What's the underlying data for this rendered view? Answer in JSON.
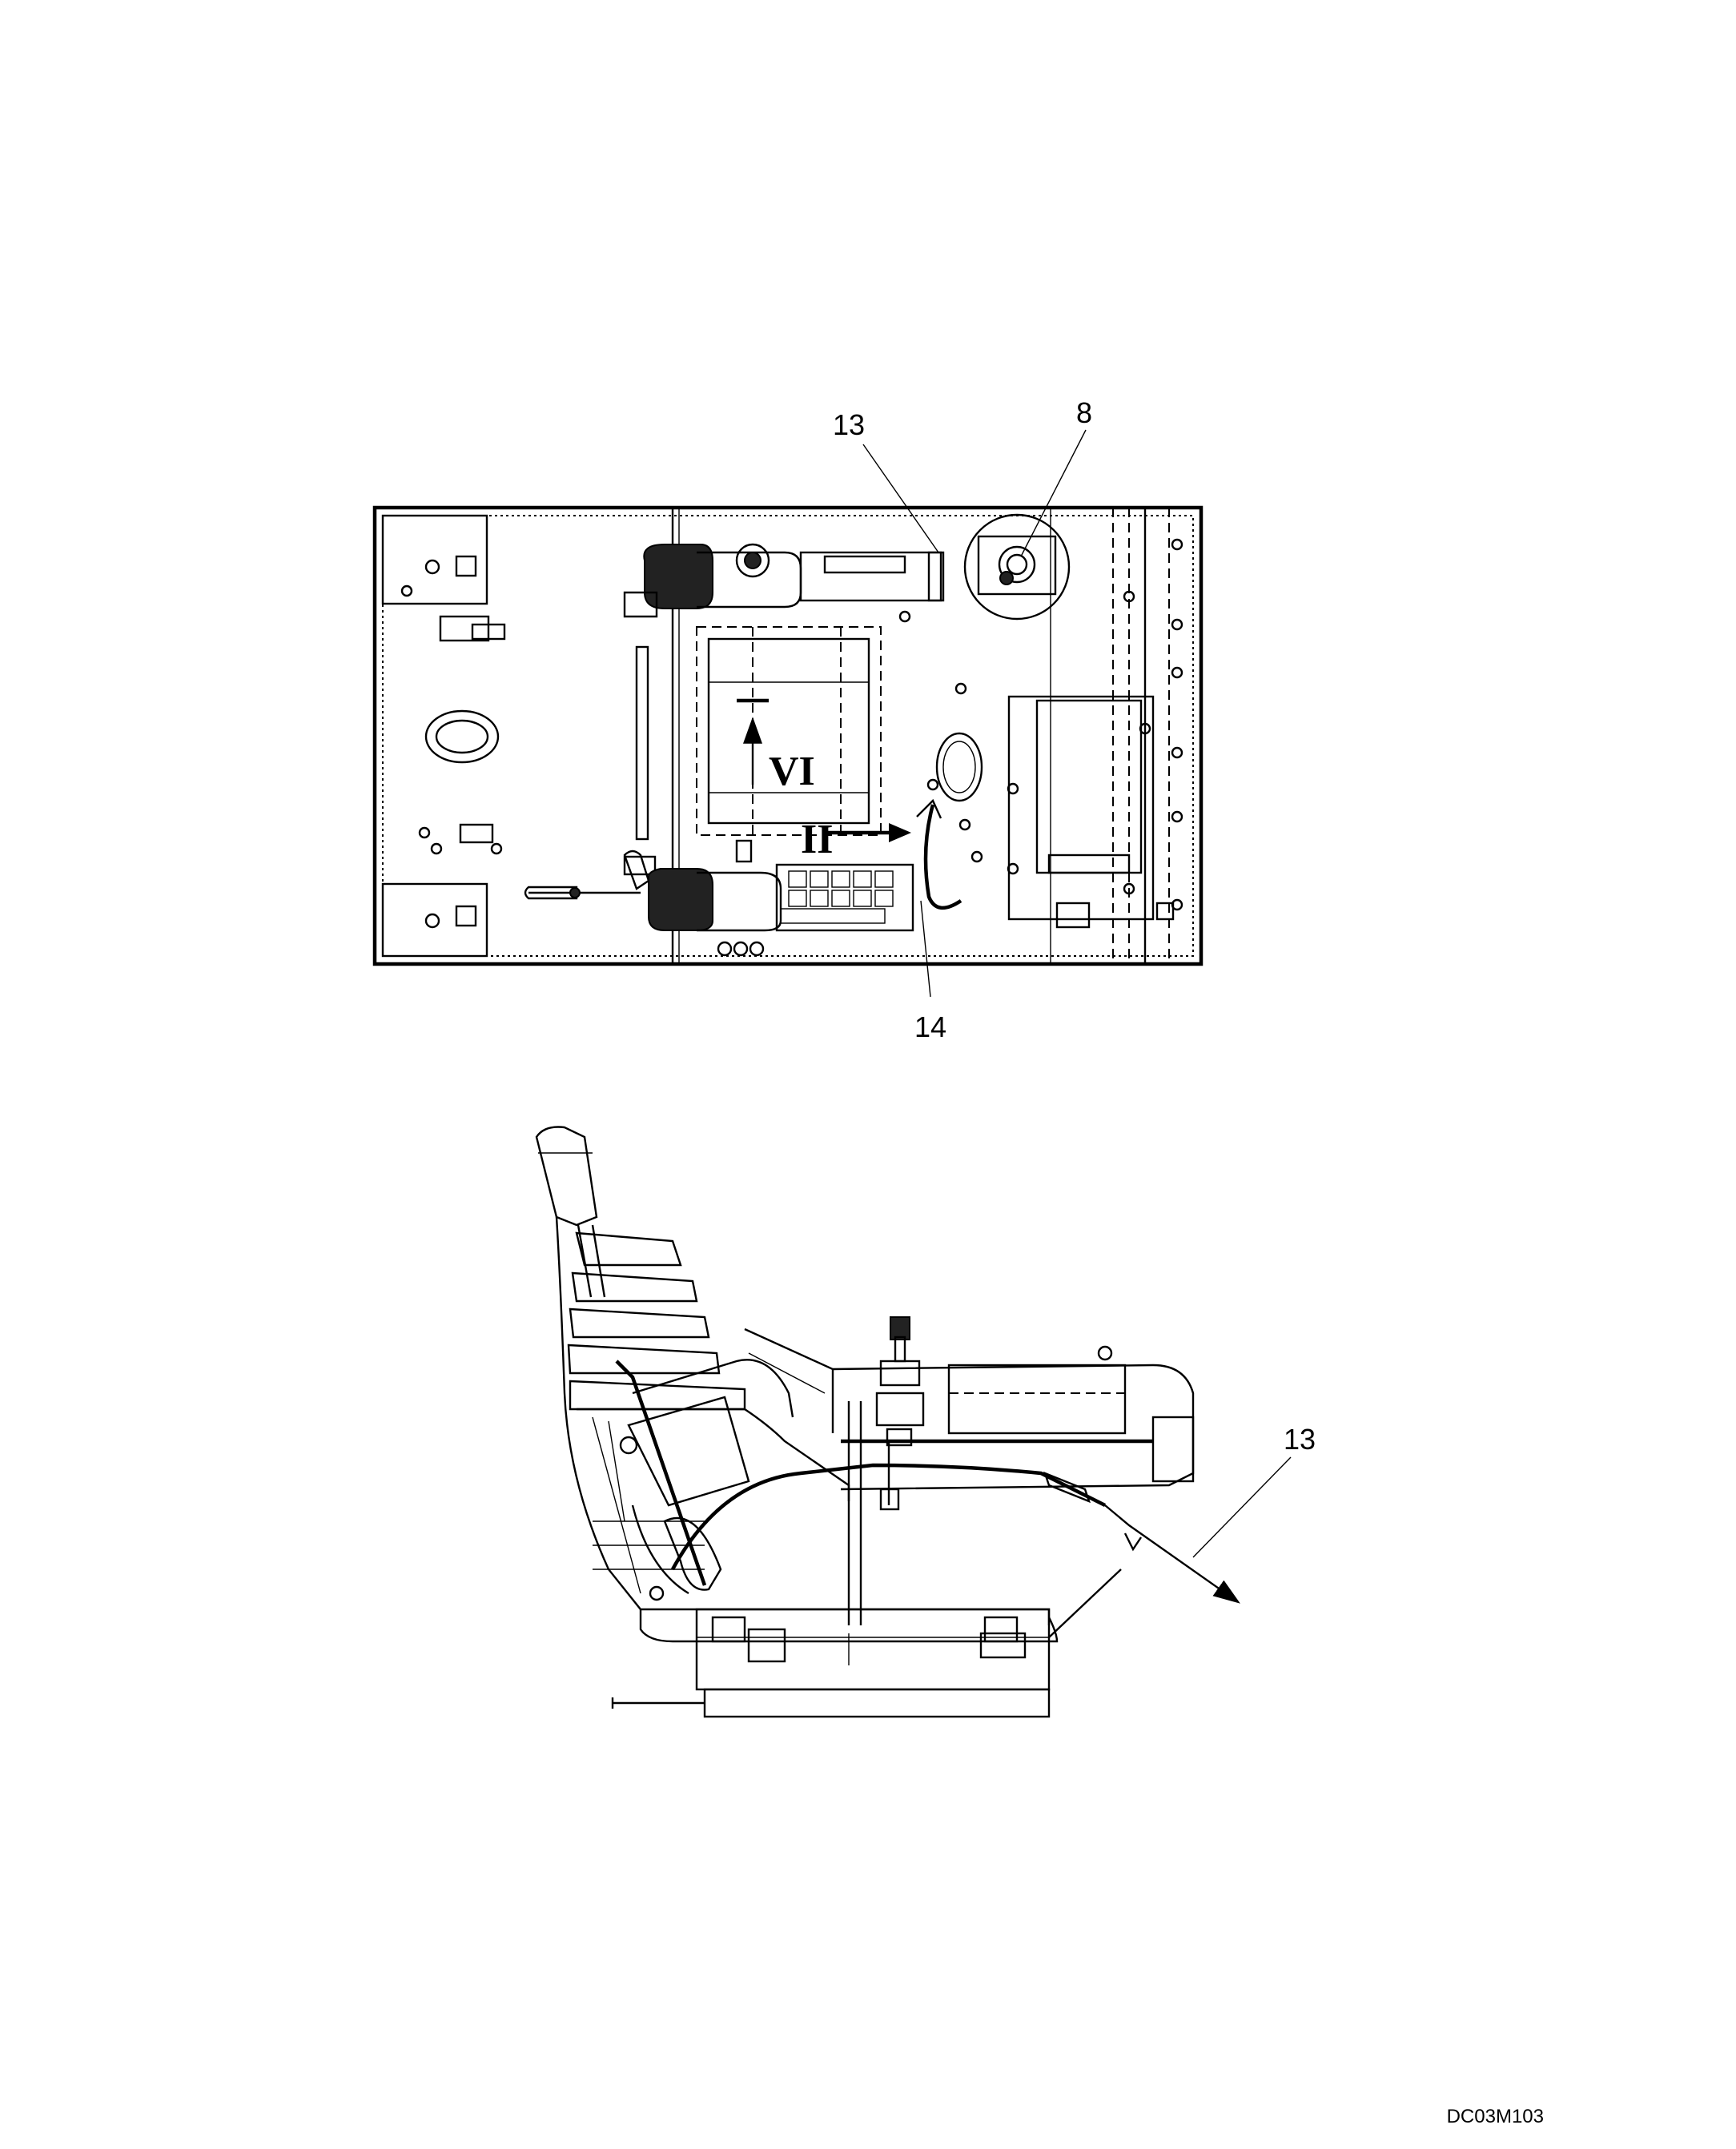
{
  "drawing_id": "DC03M103",
  "top_view": {
    "callouts": [
      {
        "id": "13",
        "label": "13"
      },
      {
        "id": "8",
        "label": "8"
      },
      {
        "id": "14",
        "label": "14"
      }
    ],
    "view_marks": [
      {
        "id": "VI",
        "label": "VI"
      },
      {
        "id": "II",
        "label": "II"
      }
    ]
  },
  "side_view": {
    "callouts": [
      {
        "id": "13",
        "label": "13"
      }
    ]
  }
}
